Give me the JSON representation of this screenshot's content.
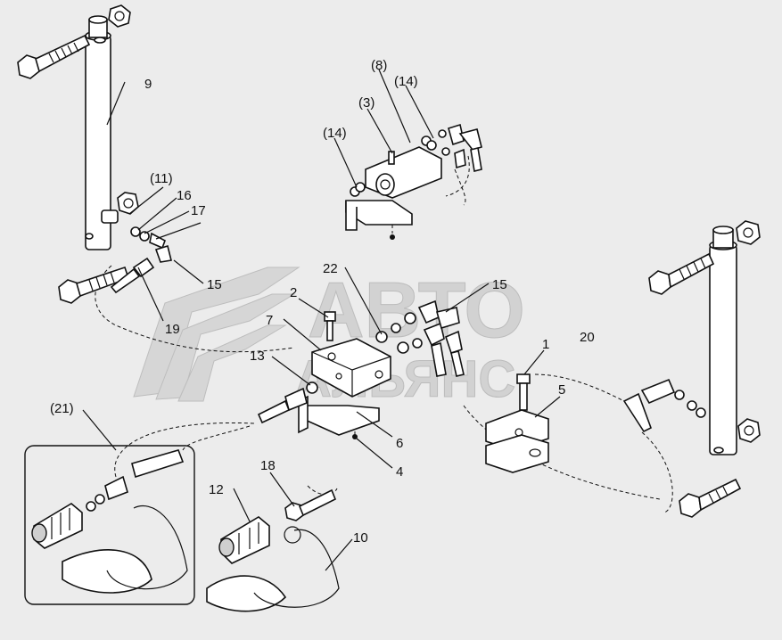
{
  "watermark": {
    "line1": "АВТО",
    "line2": "АЛЬЯНС"
  },
  "callouts": {
    "c1": "1",
    "c2": "2",
    "c3": "(3)",
    "c4": "4",
    "c5": "5",
    "c6": "6",
    "c7": "7",
    "c8": "(8)",
    "c9": "9",
    "c10": "10",
    "c11": "(11)",
    "c12": "12",
    "c13": "13",
    "c14a": "(14)",
    "c14b": "(14)",
    "c15a": "15",
    "c15b": "15",
    "c16": "16",
    "c17": "17",
    "c18": "18",
    "c19": "19",
    "c20": "20",
    "c21": "(21)",
    "c22": "22"
  }
}
